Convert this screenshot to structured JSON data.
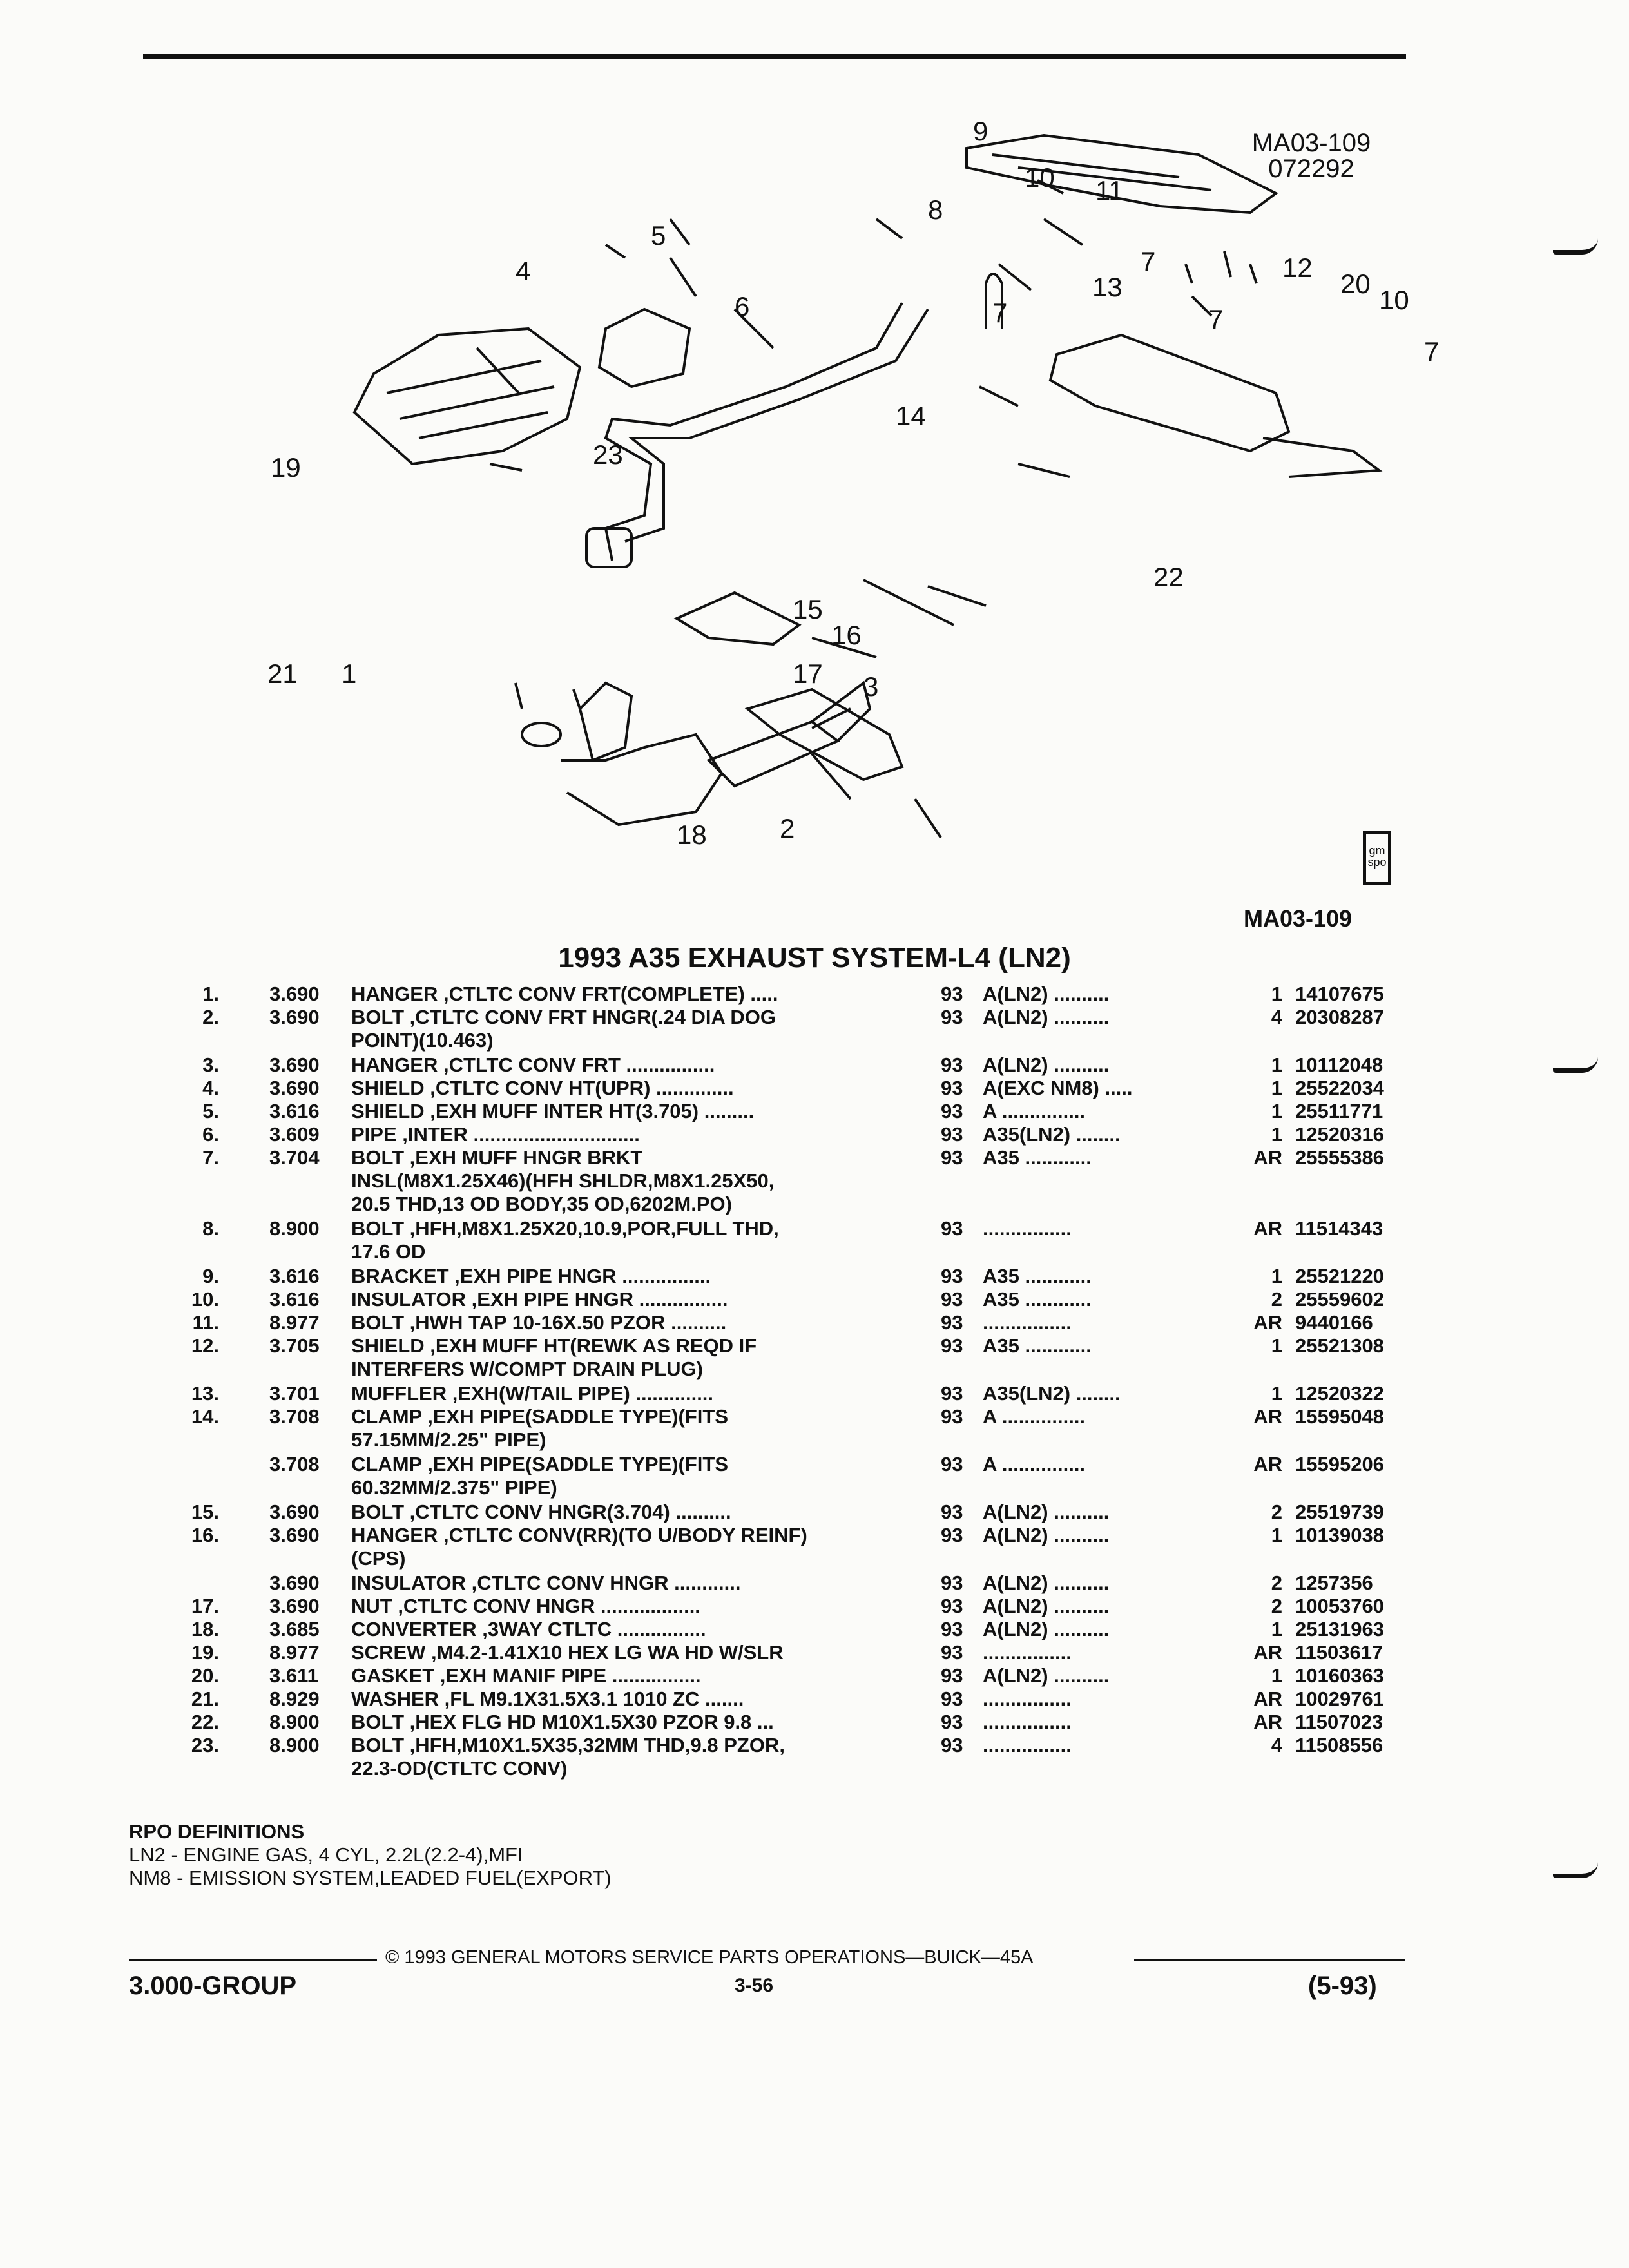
{
  "header": {
    "code": "MA03-109",
    "date_code": "072292"
  },
  "diagram": {
    "callouts": [
      "1",
      "2",
      "3",
      "4",
      "5",
      "6",
      "7",
      "7",
      "7",
      "7",
      "8",
      "9",
      "10",
      "10",
      "11",
      "12",
      "13",
      "14",
      "15",
      "16",
      "17",
      "18",
      "19",
      "20",
      "21",
      "22",
      "23"
    ]
  },
  "logo": {
    "text": "gm spo"
  },
  "figure_code": "MA03-109",
  "title": "1993 A35 EXHAUST SYSTEM-L4 (LN2)",
  "parts": [
    {
      "num": "1.",
      "grp": "3.690",
      "desc": "HANGER ,CTLTC CONV FRT(COMPLETE) .....",
      "yr": "93",
      "opt": "A(LN2) ..........",
      "qty": "1",
      "pn": "14107675"
    },
    {
      "num": "2.",
      "grp": "3.690",
      "desc": "BOLT ,CTLTC CONV FRT HNGR(.24 DIA DOG\nPOINT)(10.463)",
      "yr": "93",
      "opt": "A(LN2) ..........",
      "qty": "4",
      "pn": "20308287"
    },
    {
      "num": "3.",
      "grp": "3.690",
      "desc": "HANGER ,CTLTC CONV FRT ................",
      "yr": "93",
      "opt": "A(LN2) ..........",
      "qty": "1",
      "pn": "10112048"
    },
    {
      "num": "4.",
      "grp": "3.690",
      "desc": "SHIELD ,CTLTC CONV HT(UPR) ..............",
      "yr": "93",
      "opt": "A(EXC NM8) .....",
      "qty": "1",
      "pn": "25522034"
    },
    {
      "num": "5.",
      "grp": "3.616",
      "desc": "SHIELD ,EXH MUFF INTER HT(3.705) .........",
      "yr": "93",
      "opt": "A ...............",
      "qty": "1",
      "pn": "25511771"
    },
    {
      "num": "6.",
      "grp": "3.609",
      "desc": "PIPE ,INTER ..............................",
      "yr": "93",
      "opt": "A35(LN2) ........",
      "qty": "1",
      "pn": "12520316"
    },
    {
      "num": "7.",
      "grp": "3.704",
      "desc": "BOLT ,EXH MUFF HNGR BRKT\nINSL(M8X1.25X46)(HFH SHLDR,M8X1.25X50,\n20.5 THD,13 OD BODY,35 OD,6202M.PO)",
      "yr": "93",
      "opt": "A35 ............",
      "qty": "AR",
      "pn": "25555386"
    },
    {
      "num": "8.",
      "grp": "8.900",
      "desc": "BOLT ,HFH,M8X1.25X20,10.9,POR,FULL THD,\n17.6 OD",
      "yr": "93",
      "opt": "................",
      "qty": "AR",
      "pn": "11514343"
    },
    {
      "num": "9.",
      "grp": "3.616",
      "desc": "BRACKET ,EXH PIPE HNGR ................",
      "yr": "93",
      "opt": "A35 ............",
      "qty": "1",
      "pn": "25521220"
    },
    {
      "num": "10.",
      "grp": "3.616",
      "desc": "INSULATOR ,EXH PIPE HNGR ................",
      "yr": "93",
      "opt": "A35 ............",
      "qty": "2",
      "pn": "25559602"
    },
    {
      "num": "11.",
      "grp": "8.977",
      "desc": "BOLT ,HWH TAP 10-16X.50 PZOR ..........",
      "yr": "93",
      "opt": "................",
      "qty": "AR",
      "pn": "9440166"
    },
    {
      "num": "12.",
      "grp": "3.705",
      "desc": "SHIELD ,EXH MUFF HT(REWK AS REQD IF\nINTERFERS W/COMPT DRAIN PLUG)",
      "yr": "93",
      "opt": "A35 ............",
      "qty": "1",
      "pn": "25521308"
    },
    {
      "num": "13.",
      "grp": "3.701",
      "desc": "MUFFLER ,EXH(W/TAIL PIPE) ..............",
      "yr": "93",
      "opt": "A35(LN2) ........",
      "qty": "1",
      "pn": "12520322"
    },
    {
      "num": "14.",
      "grp": "3.708",
      "desc": "CLAMP ,EXH PIPE(SADDLE TYPE)(FITS\n57.15MM/2.25\" PIPE)",
      "yr": "93",
      "opt": "A ...............",
      "qty": "AR",
      "pn": "15595048"
    },
    {
      "num": "",
      "grp": "3.708",
      "desc": "CLAMP ,EXH PIPE(SADDLE TYPE)(FITS\n60.32MM/2.375\" PIPE)",
      "yr": "93",
      "opt": "A ...............",
      "qty": "AR",
      "pn": "15595206"
    },
    {
      "num": "15.",
      "grp": "3.690",
      "desc": "BOLT ,CTLTC CONV HNGR(3.704) ..........",
      "yr": "93",
      "opt": "A(LN2) ..........",
      "qty": "2",
      "pn": "25519739"
    },
    {
      "num": "16.",
      "grp": "3.690",
      "desc": "HANGER ,CTLTC CONV(RR)(TO U/BODY REINF)\n(CPS)",
      "yr": "93",
      "opt": "A(LN2) ..........",
      "qty": "1",
      "pn": "10139038"
    },
    {
      "num": "",
      "grp": "3.690",
      "desc": "INSULATOR ,CTLTC CONV HNGR ............",
      "yr": "93",
      "opt": "A(LN2) ..........",
      "qty": "2",
      "pn": "1257356"
    },
    {
      "num": "17.",
      "grp": "3.690",
      "desc": "NUT ,CTLTC CONV HNGR ..................",
      "yr": "93",
      "opt": "A(LN2) ..........",
      "qty": "2",
      "pn": "10053760"
    },
    {
      "num": "18.",
      "grp": "3.685",
      "desc": "CONVERTER ,3WAY CTLTC ................",
      "yr": "93",
      "opt": "A(LN2) ..........",
      "qty": "1",
      "pn": "25131963"
    },
    {
      "num": "19.",
      "grp": "8.977",
      "desc": "SCREW ,M4.2-1.41X10 HEX LG WA HD W/SLR",
      "yr": "93",
      "opt": "................",
      "qty": "AR",
      "pn": "11503617"
    },
    {
      "num": "20.",
      "grp": "3.611",
      "desc": "GASKET ,EXH MANIF PIPE ................",
      "yr": "93",
      "opt": "A(LN2) ..........",
      "qty": "1",
      "pn": "10160363"
    },
    {
      "num": "21.",
      "grp": "8.929",
      "desc": "WASHER ,FL M9.1X31.5X3.1 1010 ZC .......",
      "yr": "93",
      "opt": "................",
      "qty": "AR",
      "pn": "10029761"
    },
    {
      "num": "22.",
      "grp": "8.900",
      "desc": "BOLT ,HEX FLG HD M10X1.5X30 PZOR 9.8 ...",
      "yr": "93",
      "opt": "................",
      "qty": "AR",
      "pn": "11507023"
    },
    {
      "num": "23.",
      "grp": "8.900",
      "desc": "BOLT ,HFH,M10X1.5X35,32MM THD,9.8 PZOR,\n22.3-OD(CTLTC CONV)",
      "yr": "93",
      "opt": "................",
      "qty": "4",
      "pn": "11508556"
    }
  ],
  "rpo": {
    "heading": "RPO DEFINITIONS",
    "lines": [
      "LN2 - ENGINE GAS, 4 CYL, 2.2L(2.2-4),MFI",
      "NM8 - EMISSION SYSTEM,LEADED FUEL(EXPORT)"
    ]
  },
  "footer": {
    "copyright": "© 1993 GENERAL MOTORS SERVICE PARTS OPERATIONS—BUICK—45A",
    "group": "3.000-GROUP",
    "page": "3-56",
    "date": "(5-93)"
  }
}
